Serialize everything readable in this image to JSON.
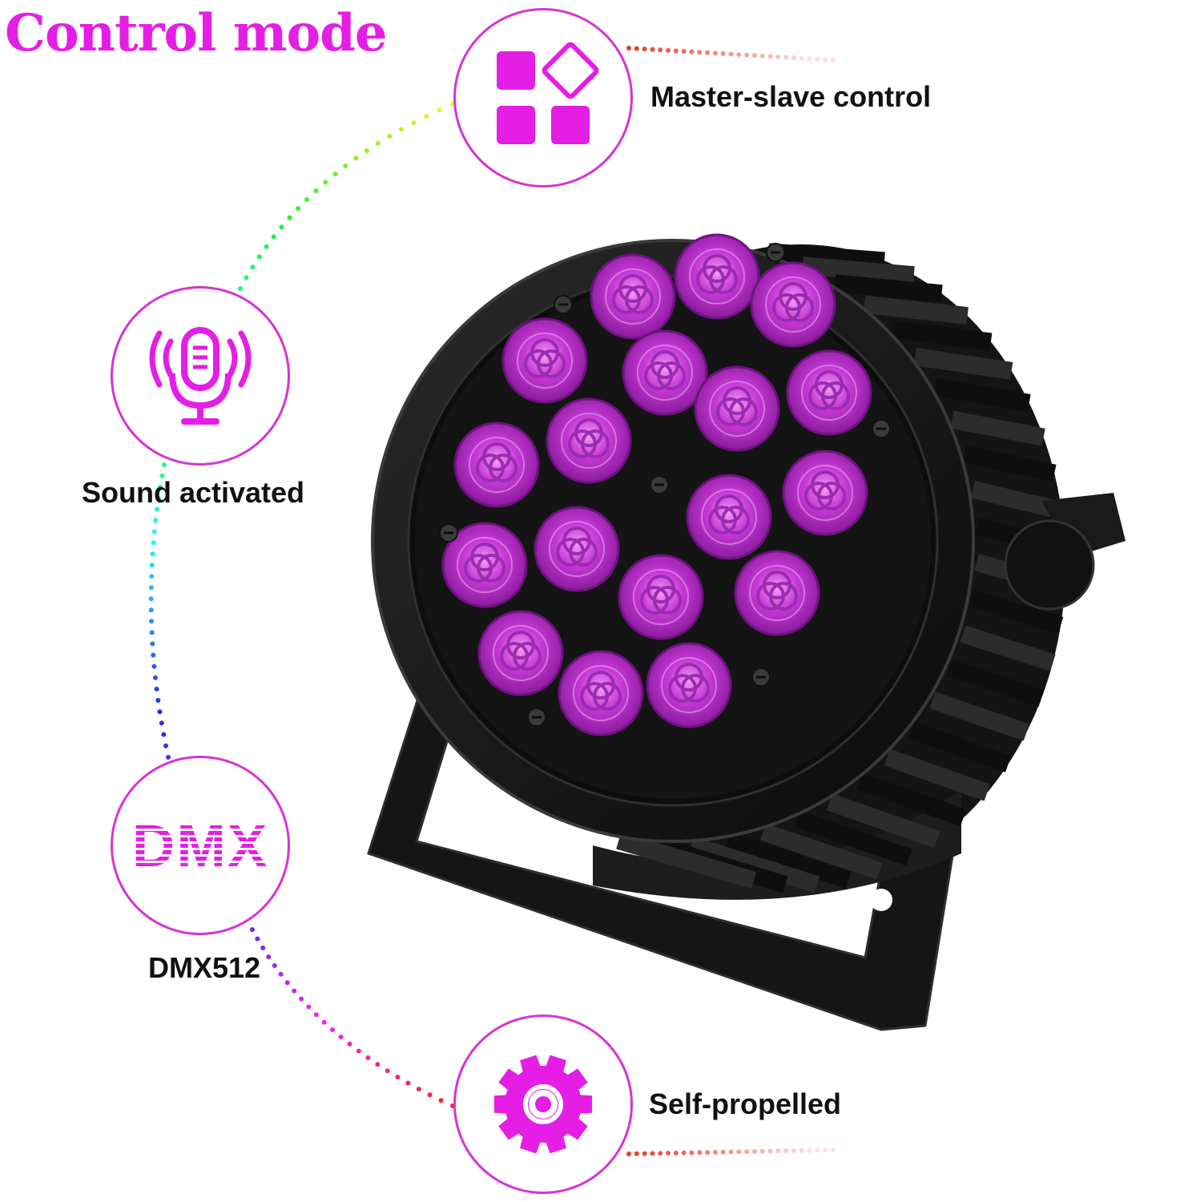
{
  "title": "Control mode",
  "accent_color": "#e51ee5",
  "modes": [
    {
      "id": "master-slave",
      "icon": "master-slave-grid-icon",
      "label": "Master-slave control"
    },
    {
      "id": "sound",
      "icon": "microphone-sound-icon",
      "label": "Sound activated"
    },
    {
      "id": "dmx",
      "icon": "dmx-logo-icon",
      "icon_text": "DMX",
      "label": "DMX512"
    },
    {
      "id": "auto",
      "icon": "gear-icon",
      "label": "Self-propelled"
    }
  ],
  "product": {
    "name": "led-par-light",
    "led_count": 18,
    "led_color": "#c02ad6"
  }
}
